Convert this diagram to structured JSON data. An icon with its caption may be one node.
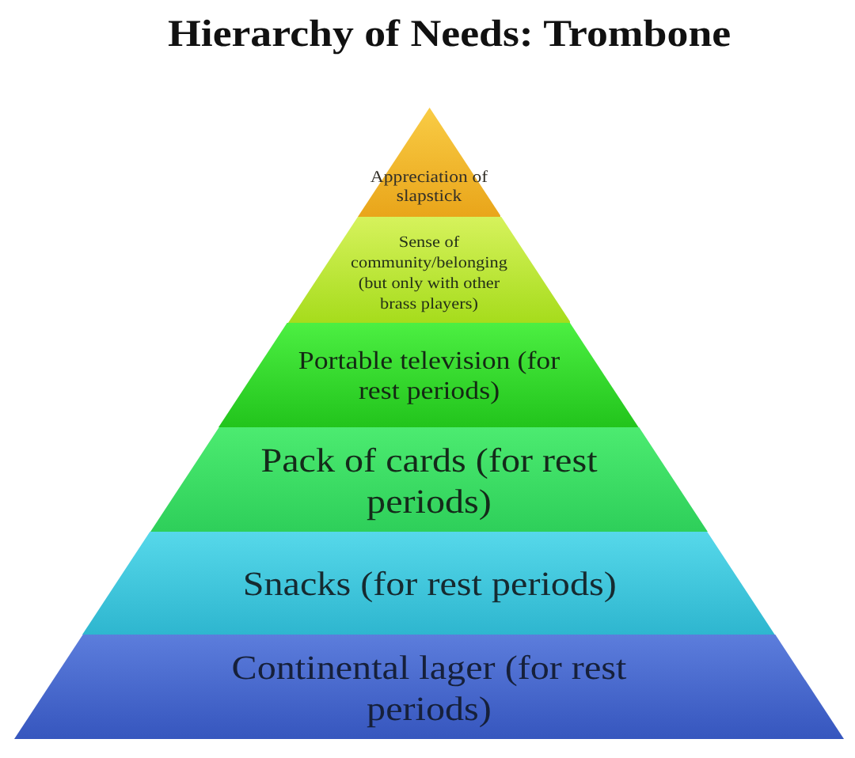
{
  "diagram": {
    "title": "Hierarchy of Needs: Trombone",
    "nodes": [
      {
        "text": [
          "Appreciation of slapstick"
        ]
      },
      {
        "text": [
          "Sense of community/belonging (but only with other brass players)"
        ]
      },
      {
        "text": [
          "Portable television (for rest periods)"
        ]
      },
      {
        "text": [
          "Pack of cards (for rest periods)"
        ]
      },
      {
        "text": [
          "Snacks (for rest periods)"
        ]
      },
      {
        "text": [
          "Continental lager (for rest periods)"
        ]
      }
    ]
  }
}
